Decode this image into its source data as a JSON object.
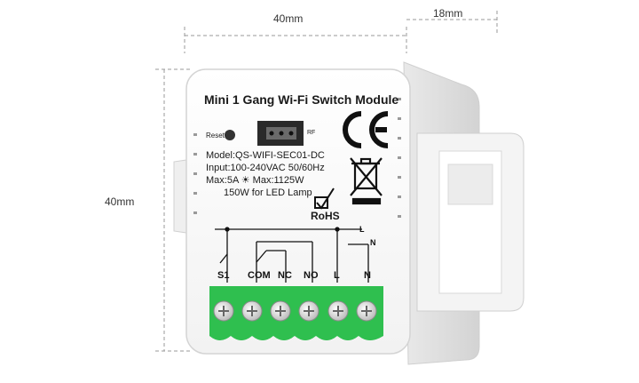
{
  "dimensions": {
    "width": "40mm",
    "depth": "18mm",
    "height": "40mm"
  },
  "device": {
    "title": "Mini 1 Gang Wi-Fi Switch Module",
    "reset_label": "Reset",
    "rf_label": "RF",
    "ce_mark": "CE",
    "rohs": "RoHS",
    "spec_lines": {
      "model": "Model:QS-WIFI-SEC01-DC",
      "input": "Input:100-240VAC 50/60Hz",
      "max": "Max:5A ☀ Max:1125W",
      "led": "150W for LED Lamp"
    },
    "wiring_labels": {
      "L": "L",
      "N": "N"
    },
    "terminals": [
      "S1",
      "COM",
      "NC",
      "NO",
      "L",
      "N"
    ],
    "accent_color": "#2fbf4f"
  }
}
